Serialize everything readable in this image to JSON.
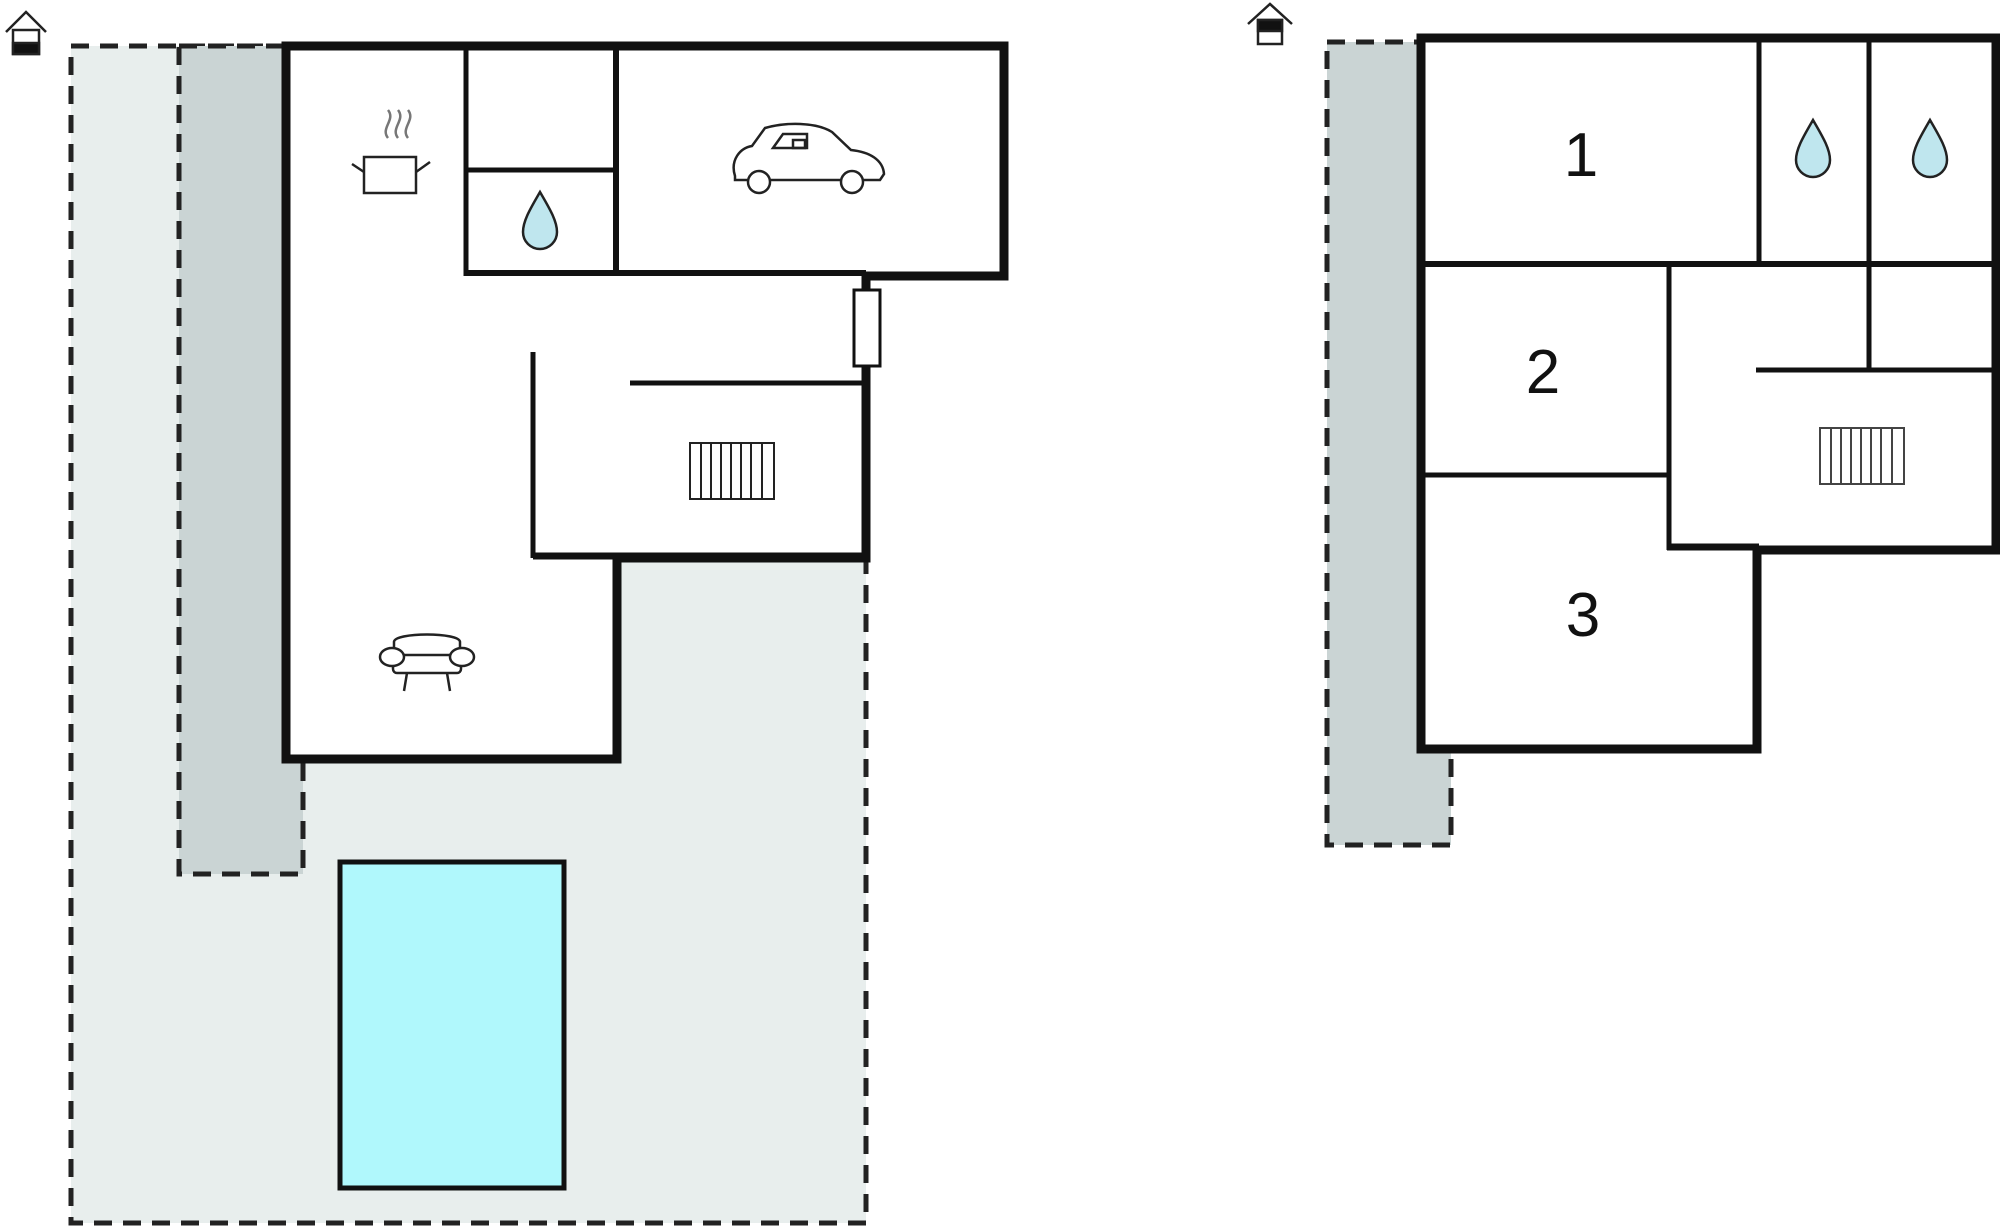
{
  "colors": {
    "outdoor_area": "#e8eeed",
    "terrace": "#cad4d4",
    "pool": "#b0f8fc",
    "wall": "#111111",
    "dashed_border": "#222222",
    "water_drop": "#bfe6ee"
  },
  "ground_floor": {
    "floor_icon": "ground-floor-house-icon",
    "room_icons": [
      "kitchen-pot-icon",
      "water-drop-icon",
      "car-garage-icon",
      "staircase-icon",
      "sofa-living-icon"
    ]
  },
  "upper_floor": {
    "floor_icon": "upper-floor-house-icon",
    "bedrooms": [
      {
        "number": "1"
      },
      {
        "number": "2"
      },
      {
        "number": "3"
      }
    ],
    "room_icons": [
      "water-drop-icon",
      "water-drop-icon",
      "staircase-icon"
    ]
  }
}
